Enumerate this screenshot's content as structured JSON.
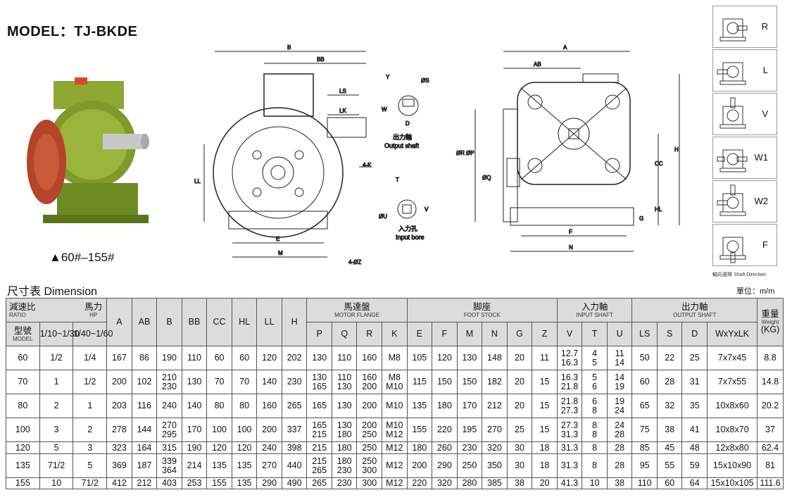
{
  "model_label": "MODEL：TJ-BKDE",
  "range_label": "▲60#–155#",
  "output_shaft_caption": [
    "出力軸",
    "Output shaft"
  ],
  "input_bore_caption": [
    "入力孔",
    "Input bore"
  ],
  "drawing_labels": {
    "b": "B",
    "bb": "BB",
    "ls": "LS",
    "lk": "LK",
    "four_k": "4-K",
    "ll": "LL",
    "e": "E",
    "m": "M",
    "four_z": "4-ØZ",
    "y": "Y",
    "s": "ØS",
    "w": "W",
    "d": "D",
    "t": "T",
    "u": "ØU",
    "v": "V",
    "a": "A",
    "ab": "AB",
    "r": "ØR",
    "p": "ØP",
    "q": "ØQ",
    "cc": "CC",
    "h": "H",
    "hl": "HL",
    "g": "G",
    "f": "F",
    "n": "N"
  },
  "directions": [
    "R",
    "L",
    "V",
    "W1",
    "W2",
    "F"
  ],
  "direction_caption": "軸向選擇  Shaft Direction",
  "dimension_title": "尺寸表  Dimension",
  "unit_label": "單位：m/m",
  "table": {
    "ratio_label": "減速比",
    "ratio_sub": "RATIO",
    "hp_label": "馬力",
    "hp_sub": "HP",
    "model_label": "型號",
    "model_sub": "MODEL",
    "ratio_col1": "1/10~1/30",
    "ratio_col2": "1/40~1/60",
    "single_cols": [
      "A",
      "AB",
      "B",
      "BB",
      "CC",
      "HL",
      "LL",
      "H"
    ],
    "groups": [
      {
        "title": "馬達盤",
        "sub": "MOTOR FLANGE",
        "cols": [
          "P",
          "Q",
          "R",
          "K"
        ]
      },
      {
        "title": "脚座",
        "sub": "FOOT STOCK",
        "cols": [
          "E",
          "F",
          "M",
          "N",
          "G",
          "Z"
        ]
      },
      {
        "title": "入力軸",
        "sub": "INPUT SHAFT",
        "cols": [
          "V",
          "T",
          "U"
        ]
      },
      {
        "title": "出力軸",
        "sub": "OUTPUT SHAFT",
        "cols": [
          "LS",
          "S",
          "D",
          "WxYxLK"
        ]
      }
    ],
    "weight_label": "重量",
    "weight_sub": "Weight",
    "weight_unit": "(KG)",
    "rows": [
      [
        "60",
        "1/2",
        "1/4",
        "167",
        "86",
        "190",
        "110",
        "60",
        "60",
        "120",
        "202",
        "130",
        "110",
        "160",
        "M8",
        "105",
        "120",
        "130",
        "148",
        "20",
        "11",
        "12.7\n16.3",
        "4\n5",
        "11\n14",
        "50",
        "22",
        "25",
        "7x7x45",
        "8.8"
      ],
      [
        "70",
        "1",
        "1/2",
        "200",
        "102",
        "210\n230",
        "130",
        "70",
        "70",
        "140",
        "230",
        "130\n165",
        "110\n130",
        "160\n200",
        "M8\nM10",
        "115",
        "150",
        "150",
        "182",
        "20",
        "15",
        "16.3\n21.8",
        "5\n6",
        "14\n19",
        "60",
        "28",
        "31",
        "7x7x55",
        "14.8"
      ],
      [
        "80",
        "2",
        "1",
        "203",
        "116",
        "240",
        "140",
        "80",
        "80",
        "160",
        "265",
        "165",
        "130",
        "200",
        "M10",
        "135",
        "180",
        "170",
        "212",
        "20",
        "15",
        "21.8\n27.3",
        "6\n8",
        "19\n24",
        "65",
        "32",
        "35",
        "10x8x60",
        "20.2"
      ],
      [
        "100",
        "3",
        "2",
        "278",
        "144",
        "270\n295",
        "170",
        "100",
        "100",
        "200",
        "337",
        "165\n215",
        "130\n180",
        "200\n250",
        "M10\nM12",
        "155",
        "220",
        "195",
        "270",
        "25",
        "15",
        "27.3\n31.3",
        "8\n8",
        "24\n28",
        "75",
        "38",
        "41",
        "10x8x70",
        "37"
      ],
      [
        "120",
        "5",
        "3",
        "323",
        "164",
        "315",
        "190",
        "120",
        "120",
        "240",
        "398",
        "215",
        "180",
        "250",
        "M12",
        "180",
        "260",
        "230",
        "320",
        "30",
        "18",
        "31.3",
        "8",
        "28",
        "85",
        "45",
        "48",
        "12x8x80",
        "62.4"
      ],
      [
        "135",
        "71/2",
        "5",
        "369",
        "187",
        "339\n364",
        "214",
        "135",
        "135",
        "270",
        "440",
        "215\n265",
        "180\n230",
        "250\n300",
        "M12",
        "200",
        "290",
        "250",
        "350",
        "30",
        "18",
        "31.3",
        "8",
        "28",
        "95",
        "55",
        "59",
        "15x10x90",
        "81"
      ],
      [
        "155",
        "10",
        "71/2",
        "412",
        "212",
        "403",
        "253",
        "155",
        "135",
        "290",
        "490",
        "265",
        "230",
        "300",
        "M12",
        "220",
        "320",
        "280",
        "385",
        "38",
        "20",
        "41.3",
        "10",
        "38",
        "110",
        "60",
        "64",
        "15x10x105",
        "111.6"
      ]
    ]
  }
}
